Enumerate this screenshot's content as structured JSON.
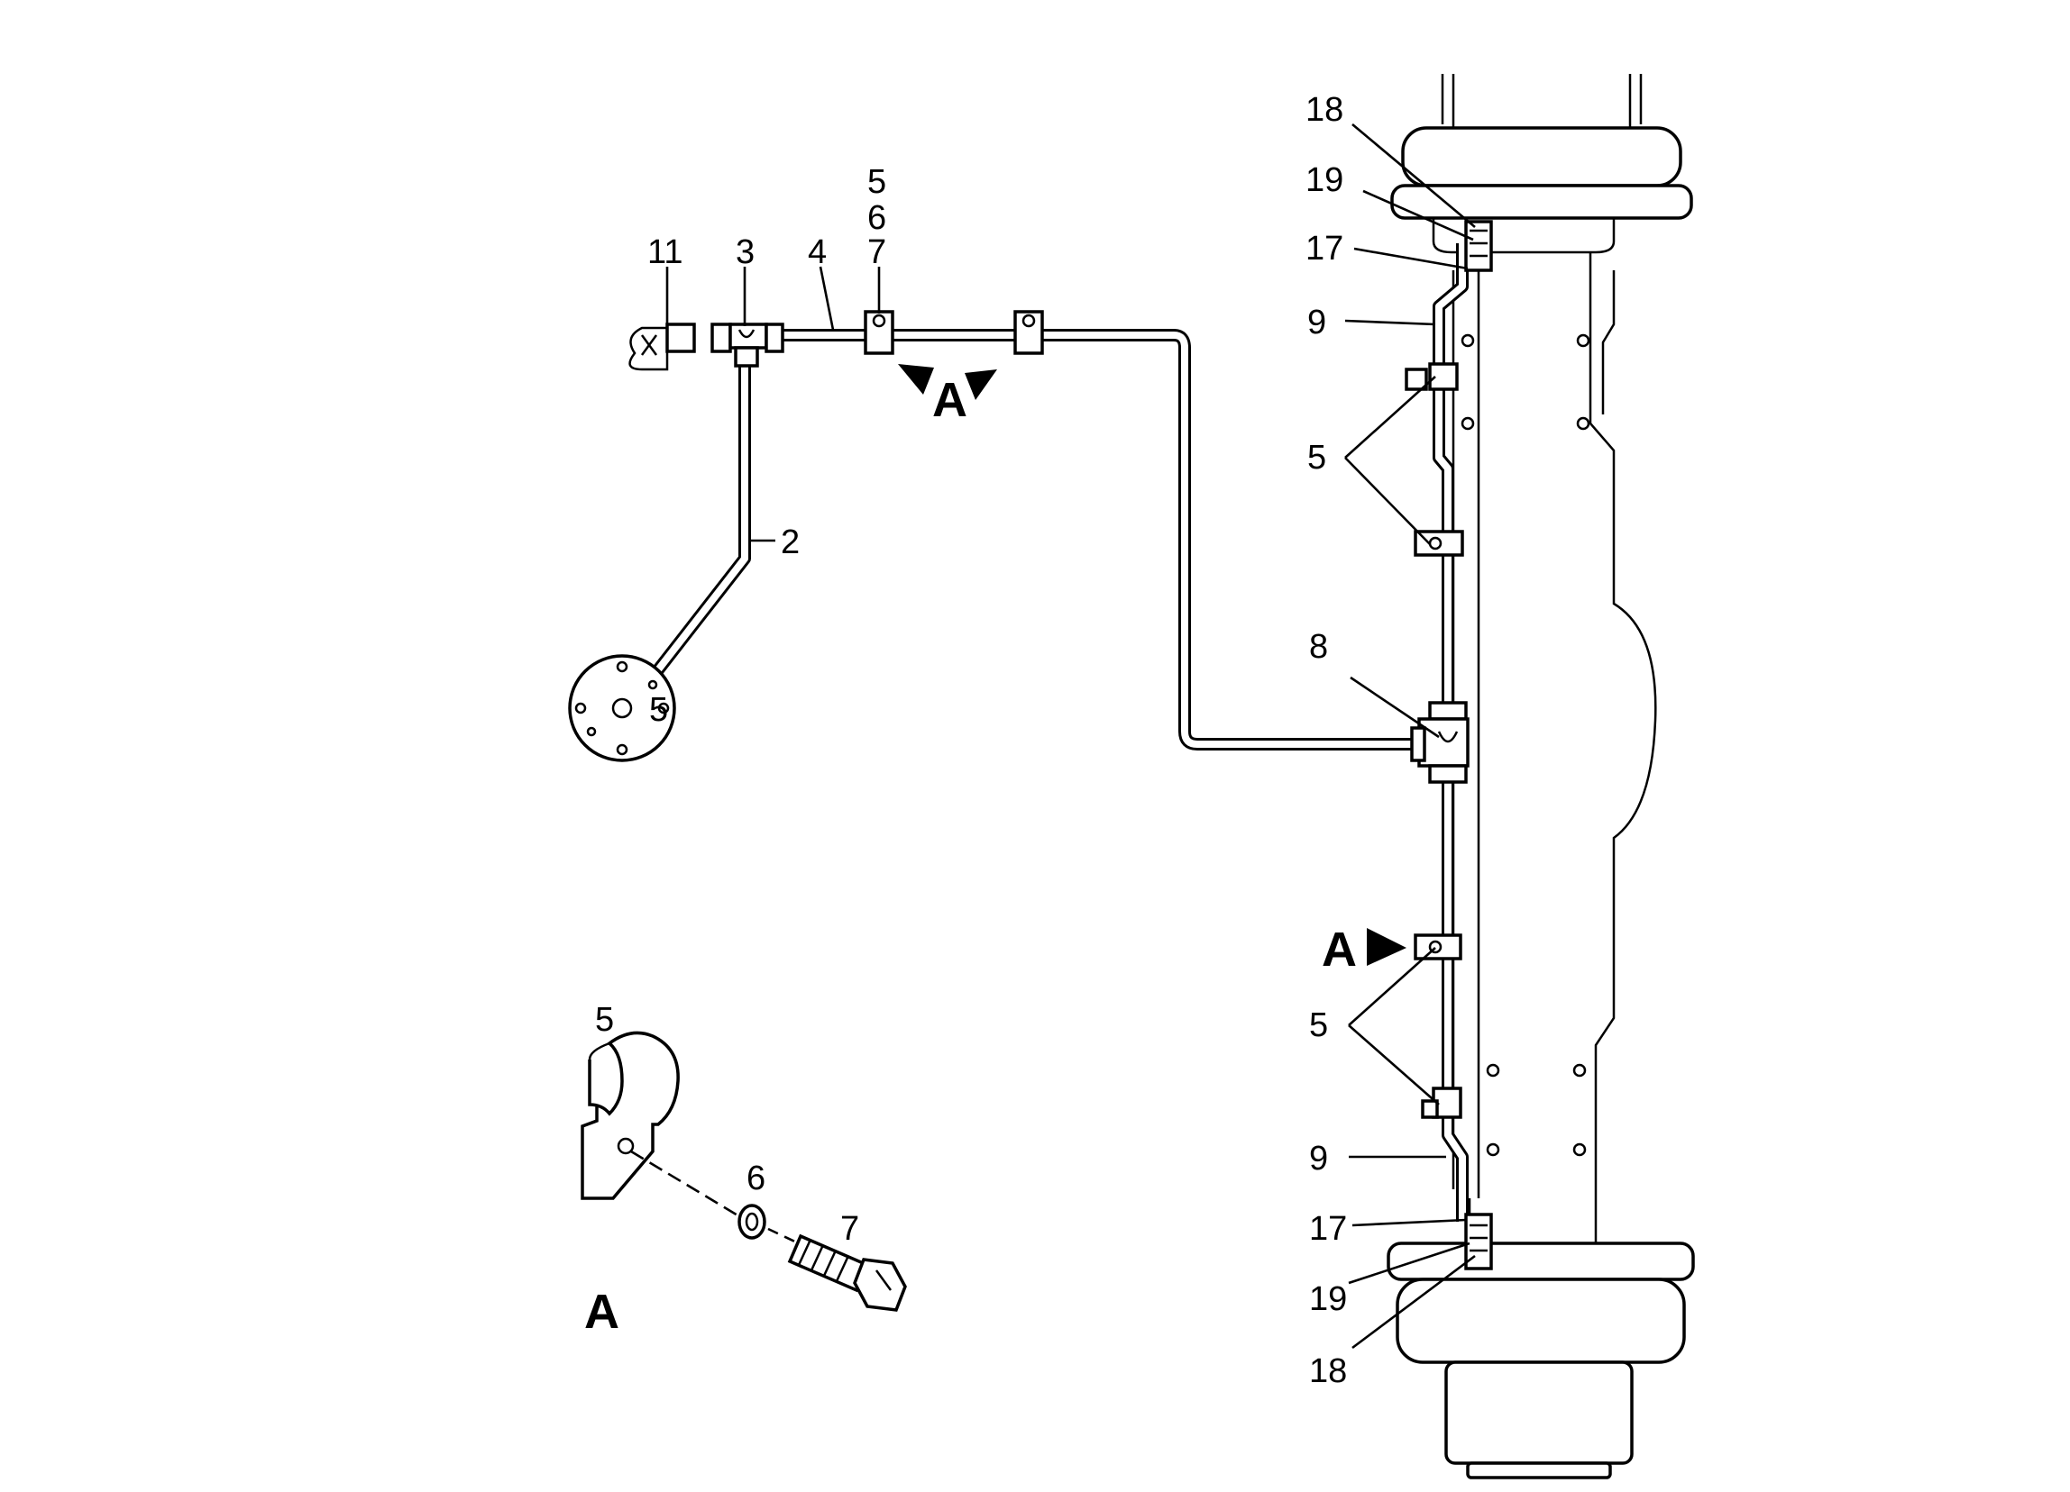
{
  "labels": {
    "p2": "2",
    "p3": "3",
    "p4": "4",
    "p5_top": "5",
    "p6_top": "6",
    "p7_top": "7",
    "p11": "11",
    "p5_flange": "5",
    "p18_top": "18",
    "p19_top": "19",
    "p17_top": "17",
    "p9_top": "9",
    "p5_upper": "5",
    "p8": "8",
    "p5_lower": "5",
    "p9_bottom": "9",
    "p17_bottom": "17",
    "p19_bottom": "19",
    "p18_bottom": "18",
    "p5_detail": "5",
    "p6_detail": "6",
    "p7_detail": "7"
  },
  "view_marker": "A",
  "detail_title": "A"
}
